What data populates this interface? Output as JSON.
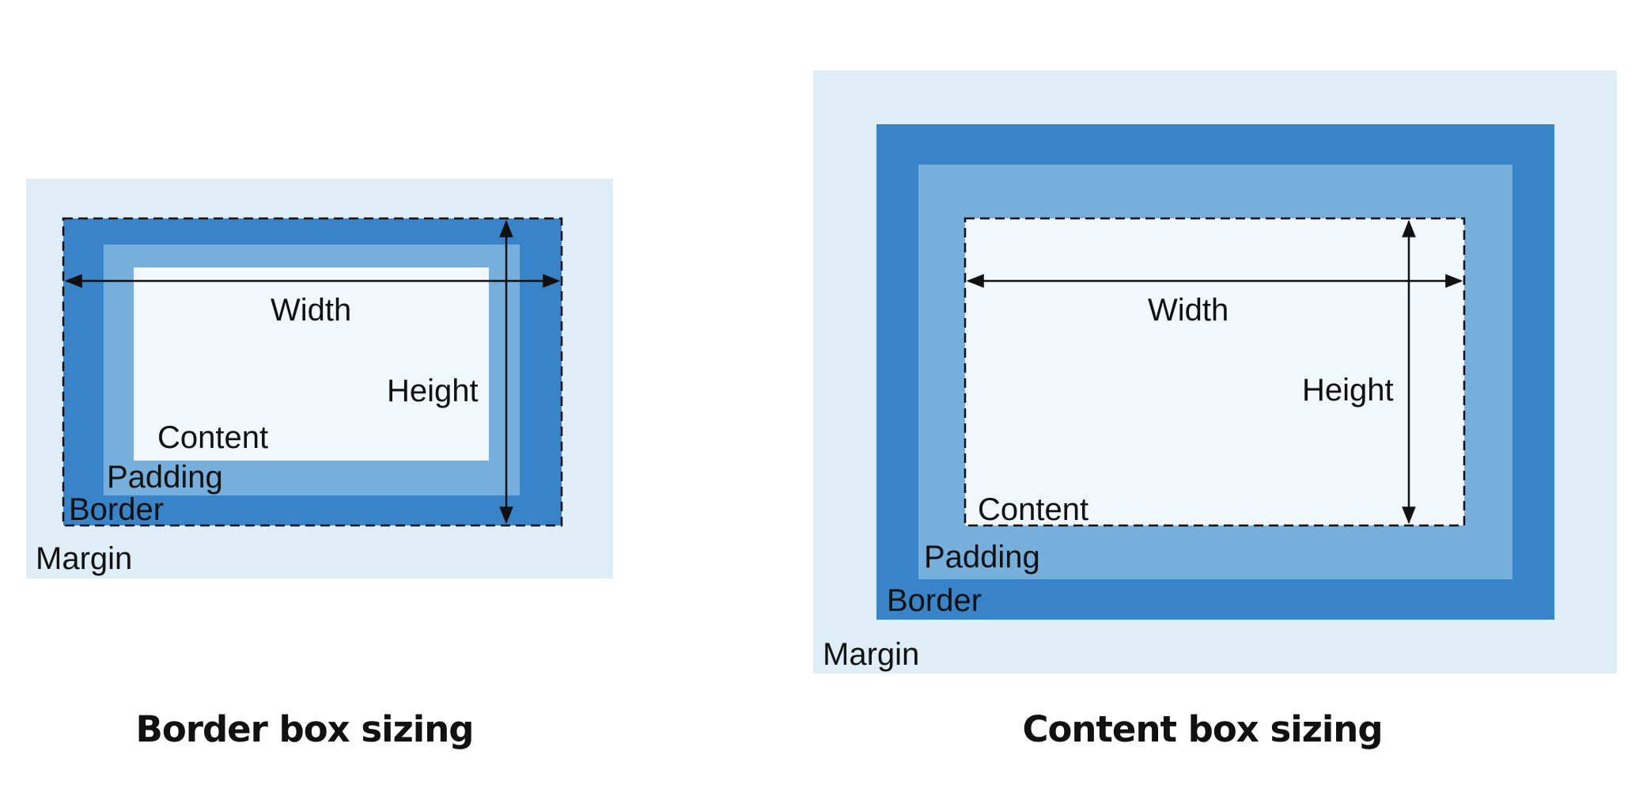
{
  "colors": {
    "margin": "#dfedf7",
    "border": "#3984c8",
    "padding": "#76aedc",
    "content": "#f2f7fb",
    "line": "#111111"
  },
  "border_box": {
    "caption": "Border box sizing",
    "labels": {
      "width": "Width",
      "height": "Height",
      "content": "Content",
      "padding": "Padding",
      "border": "Border",
      "margin": "Margin"
    }
  },
  "content_box": {
    "caption": "Content box sizing",
    "labels": {
      "width": "Width",
      "height": "Height",
      "content": "Content",
      "padding": "Padding",
      "border": "Border",
      "margin": "Margin"
    }
  }
}
